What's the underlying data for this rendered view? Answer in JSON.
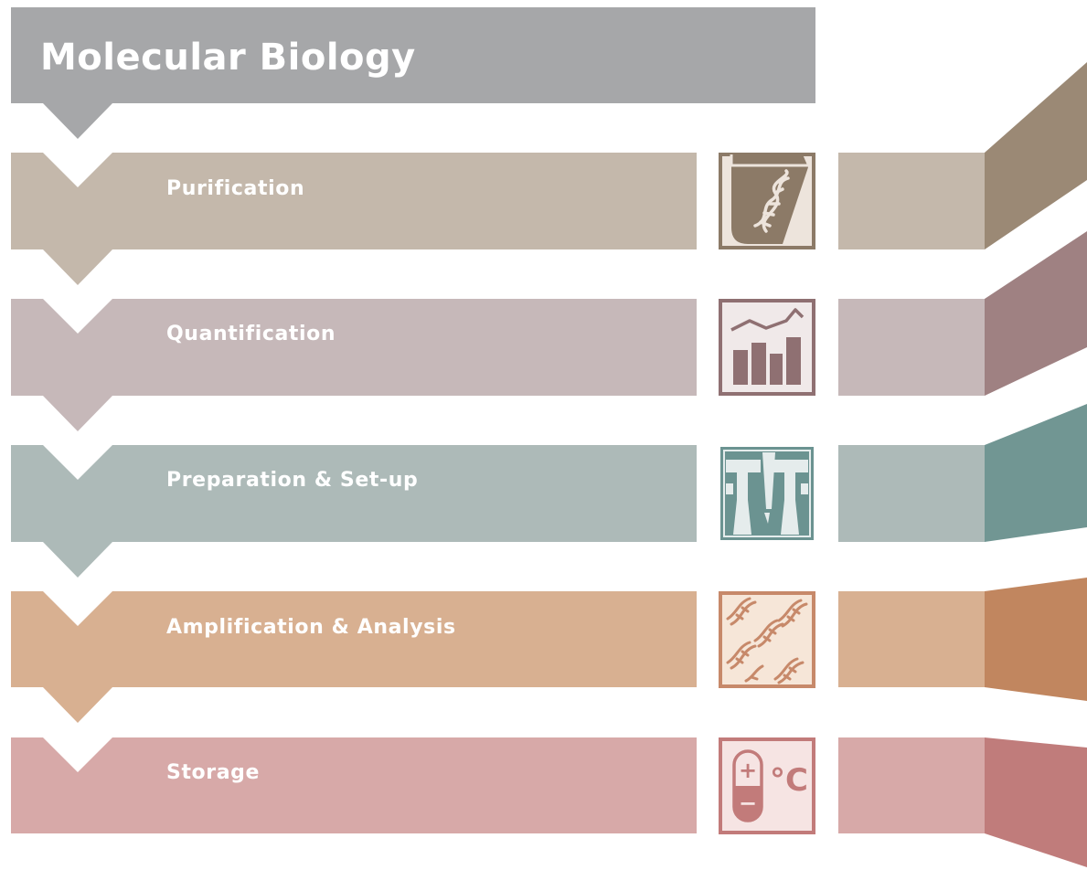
{
  "title": "Molecular Biology",
  "colors": {
    "title_bar": "#a6a7a9",
    "purification": {
      "light": "#c4b8ab",
      "dark": "#9b8975",
      "icon": "#8c7a67",
      "icon_bg": "#ede4dc"
    },
    "quantification": {
      "light": "#c6b8b9",
      "dark": "#9f8182",
      "icon": "#8f7072",
      "icon_bg": "#f0e9e9"
    },
    "preparation": {
      "light": "#adbab8",
      "dark": "#719693",
      "icon": "#6b9391",
      "icon_bg": "#e5ecec"
    },
    "amplification": {
      "light": "#d8b091",
      "dark": "#c1865f",
      "icon": "#c7896a",
      "icon_bg": "#f6e6d8"
    },
    "storage": {
      "light": "#d7a9a8",
      "dark": "#c07c7b",
      "icon": "#c27b7a",
      "icon_bg": "#f6e4e3"
    }
  },
  "steps": [
    {
      "label": "Purification",
      "icon": "dna-tube-icon"
    },
    {
      "label": "Quantification",
      "icon": "bar-line-chart-icon"
    },
    {
      "label": "Preparation & Set-up",
      "icon": "pipette-rack-icon"
    },
    {
      "label": "Amplification & Analysis",
      "icon": "dna-strands-icon"
    },
    {
      "label": "Storage",
      "icon": "thermometer-celsius-icon"
    }
  ],
  "storage_icon": {
    "plus": "+",
    "minus": "−",
    "unit": "°C"
  }
}
